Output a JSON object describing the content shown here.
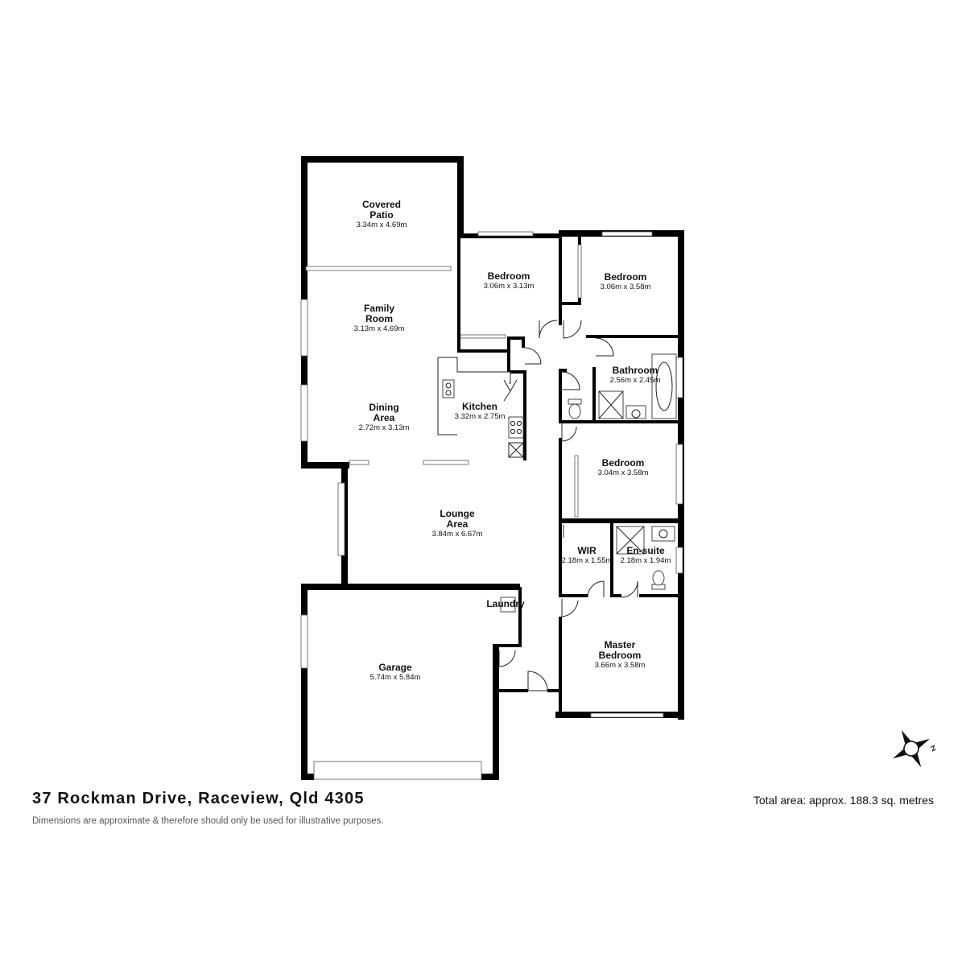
{
  "plan": {
    "rooms": {
      "covered_patio": {
        "name_line1": "Covered",
        "name_line2": "Patio",
        "dimensions": "3.34m x 4.69m"
      },
      "bedroom_2": {
        "name": "Bedroom",
        "dimensions": "3.06m x 3.13m"
      },
      "bedroom_3": {
        "name": "Bedroom",
        "dimensions": "3.06m x 3.58m"
      },
      "family_room": {
        "name_line1": "Family",
        "name_line2": "Room",
        "dimensions": "3.13m x 4.69m"
      },
      "bathroom": {
        "name": "Bathroom",
        "dimensions": "2.56m x 2.45m"
      },
      "kitchen": {
        "name": "Kitchen",
        "dimensions": "3.32m x 2.75m"
      },
      "dining_area": {
        "name_line1": "Dining",
        "name_line2": "Area",
        "dimensions": "2.72m x 3.13m"
      },
      "bedroom_4": {
        "name": "Bedroom",
        "dimensions": "3.04m x 3.58m"
      },
      "lounge_area": {
        "name_line1": "Lounge",
        "name_line2": "Area",
        "dimensions": "3.84m x 6.67m"
      },
      "wir": {
        "name": "WIR",
        "dimensions": "2.18m x 1.55m"
      },
      "ensuite": {
        "name": "En-suite",
        "dimensions": "2.18m x 1.94m"
      },
      "laundry": {
        "name": "Laundry"
      },
      "master_bedroom": {
        "name_line1": "Master",
        "name_line2": "Bedroom",
        "dimensions": "3.66m x 3.58m"
      },
      "garage": {
        "name": "Garage",
        "dimensions": "5.74m x 5.84m"
      }
    },
    "compass_icon": "compass-rose-icon"
  },
  "footer": {
    "address": "37 Rockman Drive, Raceview, Qld 4305",
    "disclaimer": "Dimensions are approximate & therefore should only be used for illustrative purposes.",
    "total_area": "Total area: approx. 188.3 sq. metres"
  }
}
